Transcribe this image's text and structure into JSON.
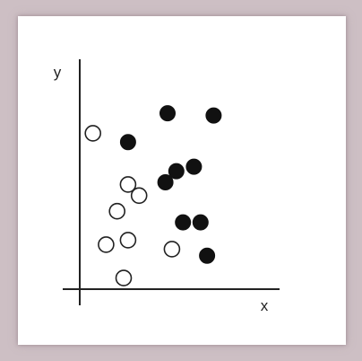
{
  "chart_data": {
    "type": "scatter",
    "xlabel": "x",
    "ylabel": "y",
    "grid": false,
    "colors": {
      "filled": "#111111",
      "open_stroke": "#222222",
      "open_fill": "#ffffff",
      "axis": "#222222"
    },
    "series": [
      {
        "marker": "filled-circle",
        "points": [
          {
            "x": 4.0,
            "y": 7.9
          },
          {
            "x": 6.1,
            "y": 7.8
          },
          {
            "x": 2.2,
            "y": 6.6
          },
          {
            "x": 4.4,
            "y": 5.3
          },
          {
            "x": 5.2,
            "y": 5.5
          },
          {
            "x": 3.9,
            "y": 4.8
          },
          {
            "x": 4.7,
            "y": 3.0
          },
          {
            "x": 5.5,
            "y": 3.0
          },
          {
            "x": 5.8,
            "y": 1.5
          }
        ]
      },
      {
        "marker": "open-circle",
        "points": [
          {
            "x": 0.6,
            "y": 7.0
          },
          {
            "x": 2.2,
            "y": 4.7
          },
          {
            "x": 2.7,
            "y": 4.2
          },
          {
            "x": 1.7,
            "y": 3.5
          },
          {
            "x": 1.2,
            "y": 2.0
          },
          {
            "x": 2.2,
            "y": 2.2
          },
          {
            "x": 4.2,
            "y": 1.8
          },
          {
            "x": 2.0,
            "y": 0.5
          }
        ]
      }
    ]
  }
}
